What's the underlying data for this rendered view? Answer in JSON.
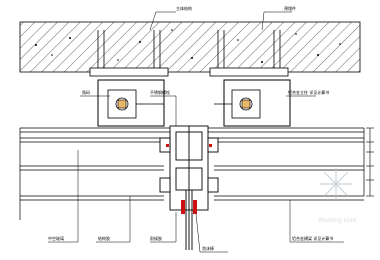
{
  "drawing": {
    "callouts_top": [
      {
        "id": "top-left",
        "text": "主体结构"
      },
      {
        "id": "top-right",
        "text": "预埋件"
      }
    ],
    "callouts_middle": [
      {
        "id": "mid-left",
        "text": "角码"
      },
      {
        "id": "mid-center",
        "text": "不锈钢螺栓"
      },
      {
        "id": "mid-right",
        "text": "铝合金立柱 详见计算书"
      }
    ],
    "callouts_bottom": [
      {
        "id": "bot-1",
        "text": "中空玻璃"
      },
      {
        "id": "bot-2",
        "text": "结构胶"
      },
      {
        "id": "bot-3",
        "text": "耐候胶"
      },
      {
        "id": "bot-4",
        "text": "泡沫棒"
      },
      {
        "id": "bot-5",
        "text": "铝合金横梁 详见计算书"
      }
    ],
    "watermark": "zhulong.com"
  },
  "colors": {
    "line": "#000000",
    "concrete_fill": "#c8c8c8",
    "hatch": "#000000",
    "gasket_red": "#d01010",
    "watermark": "#b9c4cf",
    "background": "#ffffff"
  }
}
